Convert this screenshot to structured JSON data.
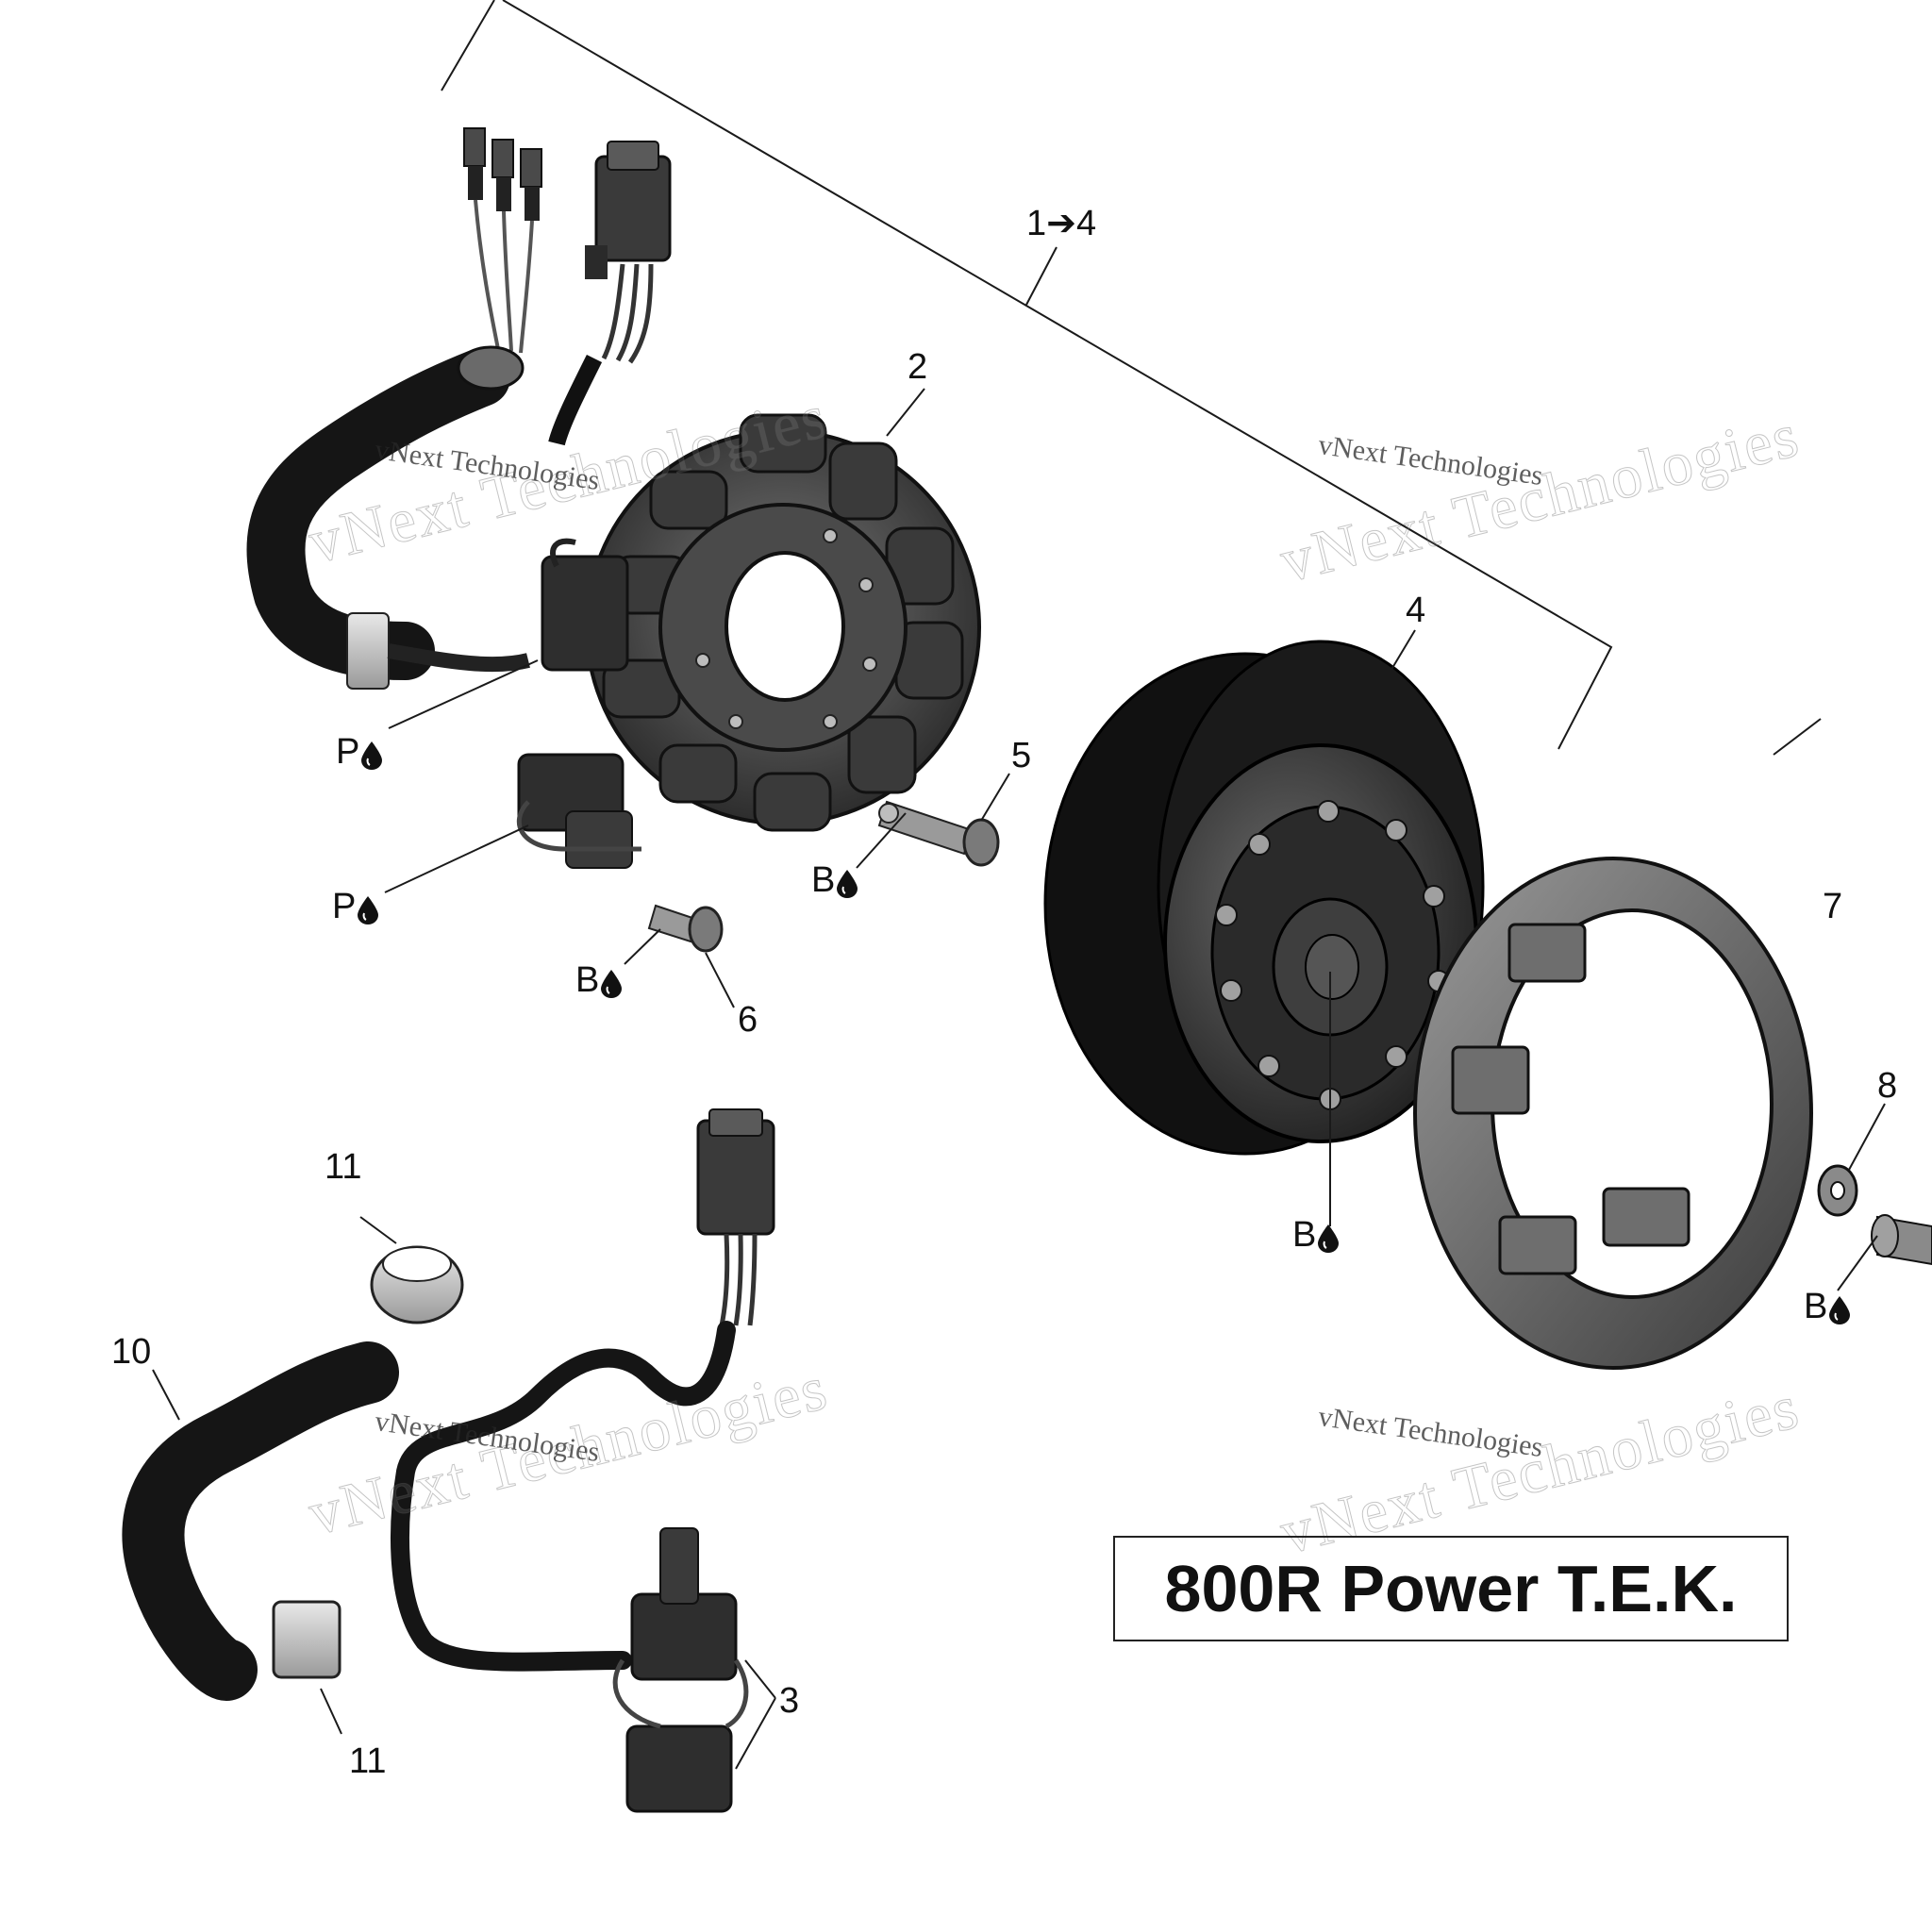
{
  "callouts": {
    "kit": "1➔4",
    "stator": "2",
    "trigger": "3",
    "rotor": "4",
    "screw5": "5",
    "screw6": "6",
    "ring": "7",
    "washer": "8",
    "sleeve": "10",
    "clip_top": "11",
    "clip_bottom": "11"
  },
  "markers": {
    "p1": "P",
    "p2": "P",
    "b_screw5": "B",
    "b_screw6": "B",
    "b_rotor": "B",
    "b_washer": "B"
  },
  "watermarks": {
    "top_left_big": "vNext Technologies",
    "top_left_small": "vNext Technologies",
    "top_right_big": "vNext Technologies",
    "top_right_small": "vNext Technologies",
    "bottom_left_big": "vNext Technologies",
    "bottom_left_small": "vNext Technologies",
    "bottom_right_big": "vNext Technologies",
    "bottom_right_small": "vNext Technologies"
  },
  "model_label": "800R Power T.E.K.",
  "colors": {
    "part_dark": "#2b2b2b",
    "part_mid": "#5a5a5a",
    "part_light": "#bdbdbd",
    "line": "#1a1a1a"
  }
}
